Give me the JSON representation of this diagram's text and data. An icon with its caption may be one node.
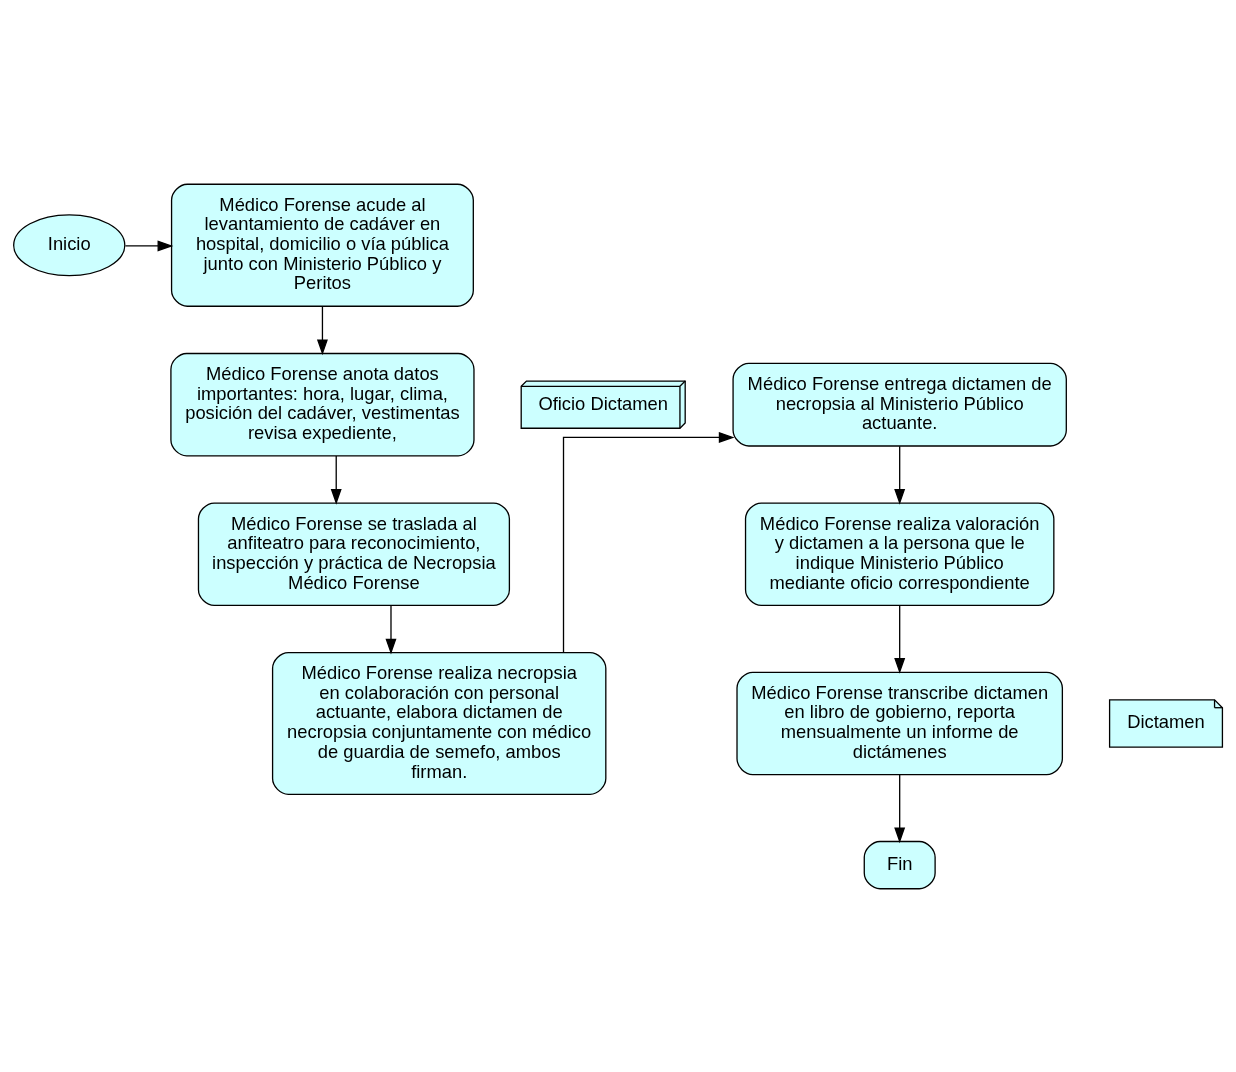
{
  "diagram": {
    "nodes": [
      {
        "text": [
          "Inicio"
        ]
      },
      {
        "text": [
          "Médico Forense acude al levantamiento de cadáver en hospital, domicilio o vía pública junto con Ministerio Público y Peritos"
        ]
      },
      {
        "text": [
          "Médico Forense anota datos importantes: hora, lugar, clima, posición del cadáver, vestimentas revisa expediente,"
        ]
      },
      {
        "text": [
          "Oficio Dictamen"
        ]
      },
      {
        "text": [
          "Médico Forense se traslada al anfiteatro para reconocimiento, inspección y práctica de Necropsia Médico Forense"
        ]
      },
      {
        "text": [
          "Médico Forense realiza necropsia en colaboración con personal actuante, elabora dictamen de necropsia conjuntamente con médico de guardia de semefo, ambos firman."
        ]
      },
      {
        "text": [
          "Médico Forense entrega dictamen de necropsia al Ministerio Público actuante."
        ]
      },
      {
        "text": [
          "Médico Forense realiza valoración y dictamen a la persona que le indique Ministerio Público mediante oficio correspondiente"
        ]
      },
      {
        "text": [
          "Médico Forense transcribe dictamen en libro de gobierno, reporta mensualmente un informe de dictámenes"
        ]
      },
      {
        "text": [
          "Dictamen"
        ]
      },
      {
        "text": [
          "Fin"
        ]
      }
    ],
    "edges": [
      {
        "from": 0,
        "to": 1,
        "arrow": "to"
      },
      {
        "from": 1,
        "to": 2,
        "arrow": "to"
      },
      {
        "from": 2,
        "to": 4,
        "arrow": "to"
      },
      {
        "from": 4,
        "to": 5,
        "arrow": "to"
      },
      {
        "from": 5,
        "to": 6,
        "arrow": "to"
      },
      {
        "from": 6,
        "to": 7,
        "arrow": "to"
      },
      {
        "from": 7,
        "to": 8,
        "arrow": "to"
      },
      {
        "from": 8,
        "to": 10,
        "arrow": "to"
      }
    ]
  }
}
